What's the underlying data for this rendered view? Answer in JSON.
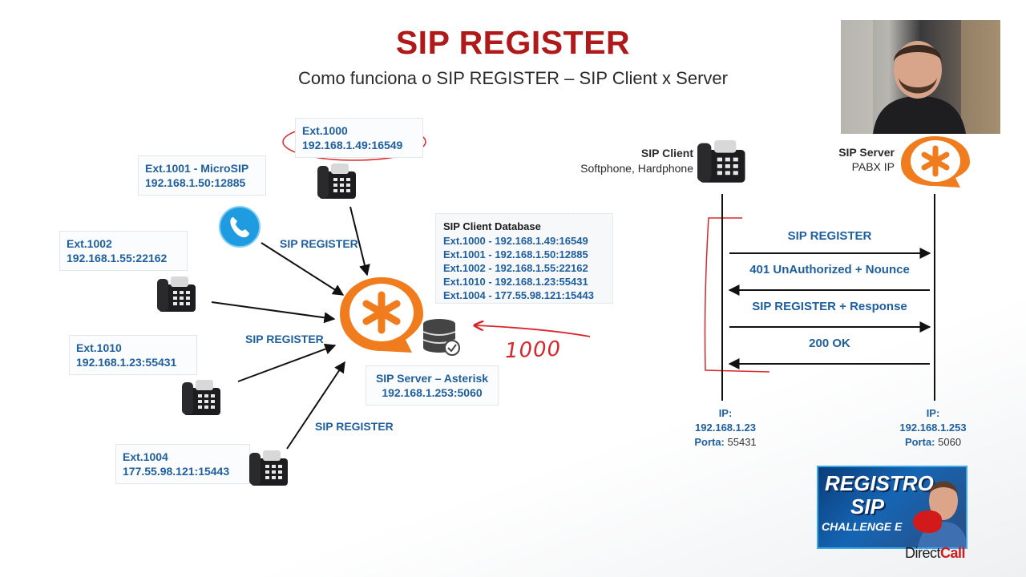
{
  "header": {
    "title": "SIP REGISTER",
    "subtitle": "Como funciona o SIP REGISTER – SIP Client x Server"
  },
  "extensions": {
    "ext1000": {
      "name": "Ext.1000",
      "addr": "192.168.1.49:16549"
    },
    "ext1001": {
      "name": "Ext.1001 - MicroSIP",
      "addr": "192.168.1.50:12885"
    },
    "ext1002": {
      "name": "Ext.1002",
      "addr": "192.168.1.55:22162"
    },
    "ext1010": {
      "name": "Ext.1010",
      "addr": "192.168.1.23:55431"
    },
    "ext1004": {
      "name": "Ext.1004",
      "addr": "177.55.98.121:15443"
    }
  },
  "arrow_labels": {
    "top": "SIP REGISTER",
    "middle": "SIP REGISTER",
    "bottom": "SIP REGISTER"
  },
  "server": {
    "name": "SIP Server – Asterisk",
    "addr": "192.168.1.253:5060"
  },
  "database": {
    "title": "SIP Client Database",
    "rows": [
      "Ext.1000 - 192.168.1.49:16549",
      "Ext.1001 - 192.168.1.50:12885",
      "Ext.1002 - 192.168.1.55:22162",
      "Ext.1010 - 192.168.1.23:55431",
      "Ext.1004 - 177.55.98.121:15443"
    ]
  },
  "handwriting": "1000",
  "sequence": {
    "client_title": "SIP Client",
    "client_sub": "Softphone, Hardphone",
    "server_title": "SIP Server",
    "server_sub": "PABX IP",
    "messages": [
      "SIP REGISTER",
      "401 UnAuthorized + Nounce",
      "SIP REGISTER + Response",
      "200 OK"
    ],
    "client_ip_label": "IP:",
    "client_ip": "192.168.1.23",
    "client_port_label": "Porta:",
    "client_port": "55431",
    "server_ip_label": "IP:",
    "server_ip": "192.168.1.253",
    "server_port_label": "Porta:",
    "server_port": "5060"
  },
  "promo": {
    "line1": "REGISTRO",
    "line2": "SIP",
    "line3": "CHALLENGE E"
  },
  "brand": {
    "part1": "Direct",
    "part2": "Call"
  },
  "colors": {
    "title_red": "#b01919",
    "label_blue": "#1f5fa0",
    "asterisk_orange": "#f07c1e",
    "annotation_red": "#d9262c"
  },
  "icons": [
    "desk-phone-icon",
    "call-handset-icon",
    "asterisk-logo-icon",
    "database-icon"
  ]
}
